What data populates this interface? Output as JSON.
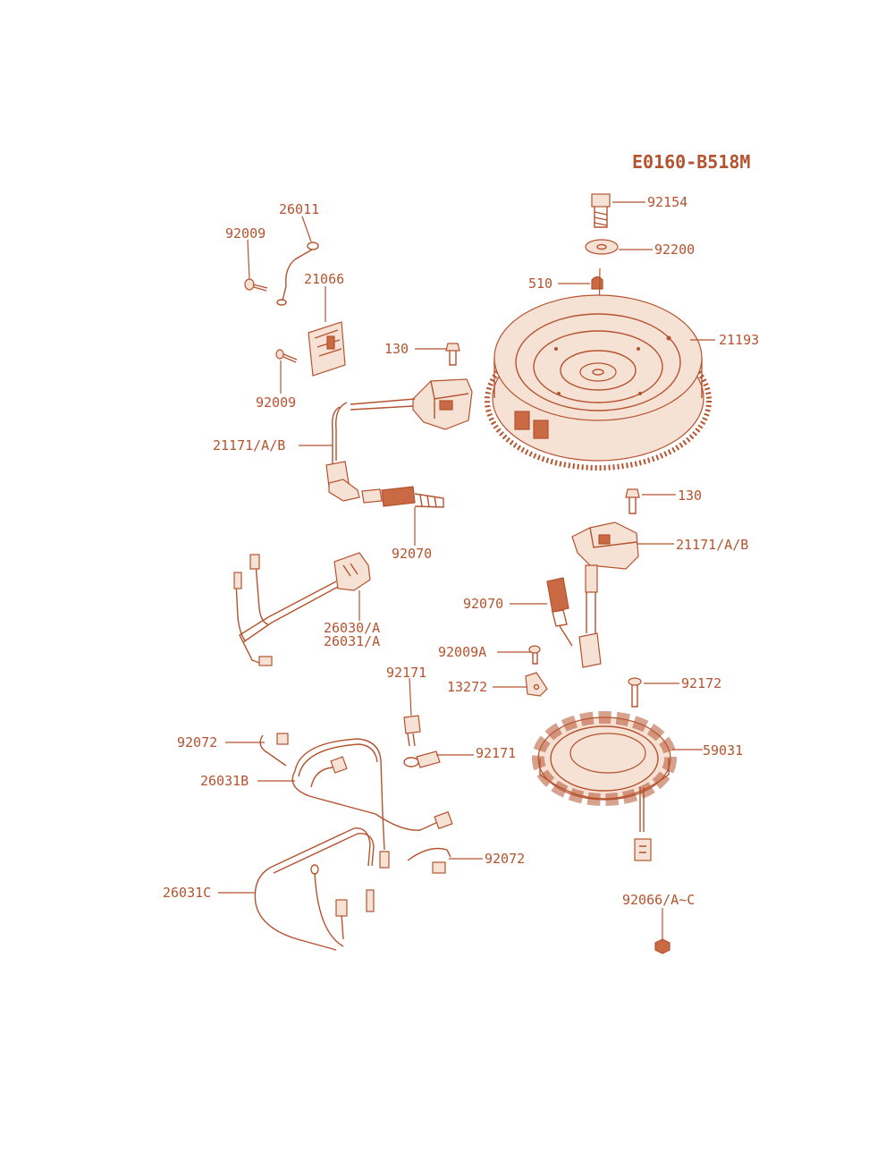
{
  "diagram_code": "E0160-B518M",
  "colors": {
    "line": "#b5532f",
    "background": "#ffffff"
  },
  "callouts": [
    "92154",
    "92200",
    "510",
    "21193",
    "26011",
    "92009",
    "21066",
    "130",
    "92009",
    "21171/A/B",
    "92070",
    "130",
    "21171/A/B",
    "26030/A",
    "26031/A",
    "92070",
    "92009A",
    "92171",
    "13272",
    "92172",
    "92072",
    "92171",
    "59031",
    "26031B",
    "92072",
    "26031C",
    "92066/A~C"
  ]
}
